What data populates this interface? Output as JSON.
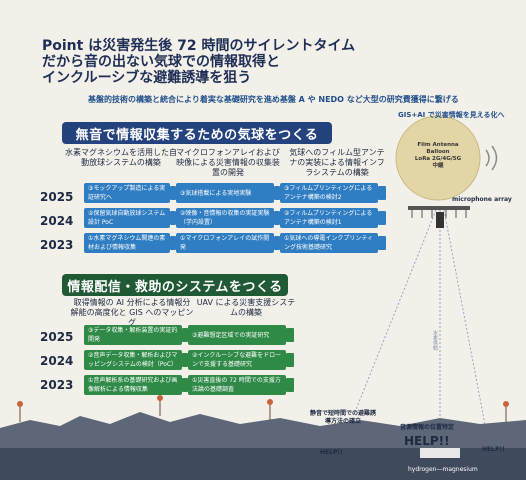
{
  "title": {
    "line1": "Point は災害発生後 72 時間のサイレントタイム",
    "line2": "だから音の出ない気球での情報取得と",
    "line3": "インクルーシブな避難誘導を狙う"
  },
  "subtitle": "基盤的技術の構築と統合により着実な基礎研究を進め基盤 A や NEDO など大型の研究費獲得に繋げる",
  "section1": {
    "banner": "無音で情報収集するための気球をつくる",
    "columns": [
      "水素マグネシウムを活用した自動放球システムの構築",
      "マイクロフォンアレイおよび映像による災害情報の収集装置の開発",
      "気球へのフィルム型アンテナの実装による情報インフラシステムの構築"
    ],
    "years": [
      "2025",
      "2024",
      "2023"
    ],
    "rows": [
      [
        "③モックアップ製造による実証研究へ",
        "③気球搭載による実地実験",
        "③フィルムプリンティングによるアンテナ構築の検討2"
      ],
      [
        "②保留気球自動放球システム設計 PoC",
        "②映像・音情報の収集の実証実験（学内設置）",
        "②フィルムプリンティングによるアンテナ構築の検討1"
      ],
      [
        "①水素マグネシウム関連の素材および情報収集",
        "①マイクロフォンアレイの試作開発",
        "①気球への導電インクプリンティング技術基礎研究"
      ]
    ]
  },
  "section2": {
    "banner": "情報配信・救助のシステムをつくる",
    "columns": [
      "取得情報の AI 分析による情報分解能の高度化と GIS へのマッピング",
      "UAV による災害支援システムの構築"
    ],
    "years": [
      "2025",
      "2024",
      "2023"
    ],
    "rows": [
      [
        "③データ収集・解析装置の実証的開発",
        "③避難想定区域での実証研究"
      ],
      [
        "②音声データ収集・解析およびマッピングシステムの検討（PoC）",
        "②インクルーシブな避難をドローンで支援する基礎研究"
      ],
      [
        "①音声解析系の基礎研究および画像解析による情報収集",
        "①災害直後の 72 時間での支援方法論の基礎調査"
      ]
    ]
  },
  "right": {
    "top_label": "GIS+AI で災害情報を見える化へ",
    "balloon_lines": [
      "Film Antenna",
      "Balloon",
      "LoRa 2G/4G/5G",
      "中継"
    ],
    "mic_label": "microphone array",
    "tether_label": "水素供給",
    "drone_label": "静音で短時間での避難誘導方法の確立",
    "location_label": "音源情報の位置特定",
    "help_big": "HELP!!",
    "help_small": "HELP!!",
    "help_small2": "HELP!!",
    "ground_label": "hydrogen―magnesium"
  },
  "colors": {
    "navy_banner": "#24427e",
    "green_banner": "#1f5a34",
    "blue_box": "#2f7dc3",
    "green_box": "#2f8a47",
    "balloon": "#e3d6a6"
  }
}
